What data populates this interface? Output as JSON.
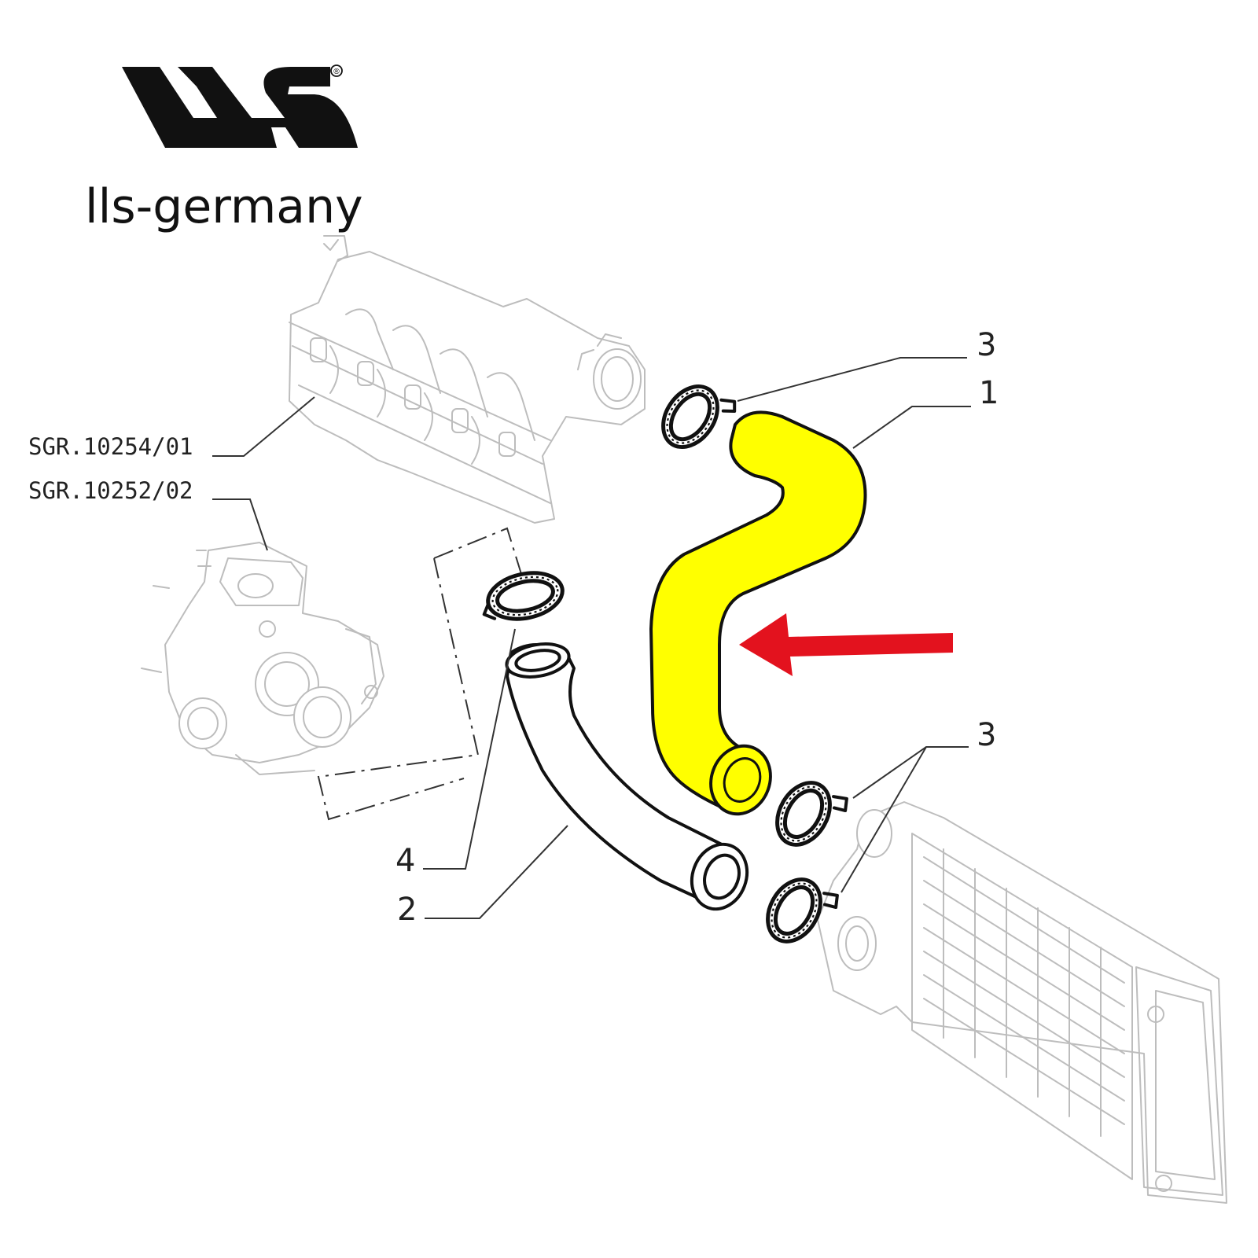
{
  "brand": {
    "name": "lls-germany",
    "logo_alt": "LLS",
    "registered_mark": "®"
  },
  "references": [
    {
      "code": "SGR.10254/01"
    },
    {
      "code": "SGR.10252/02"
    }
  ],
  "callouts": {
    "clamp_top": "3",
    "hose_main": "1",
    "clamp_bottom": "3",
    "clamp_small": "4",
    "hose_lower": "2"
  },
  "colors": {
    "highlight_hose": "#ffff00",
    "arrow": "#e3121e",
    "ink": "#111111",
    "ghost_lines": "#bdbdbd"
  }
}
